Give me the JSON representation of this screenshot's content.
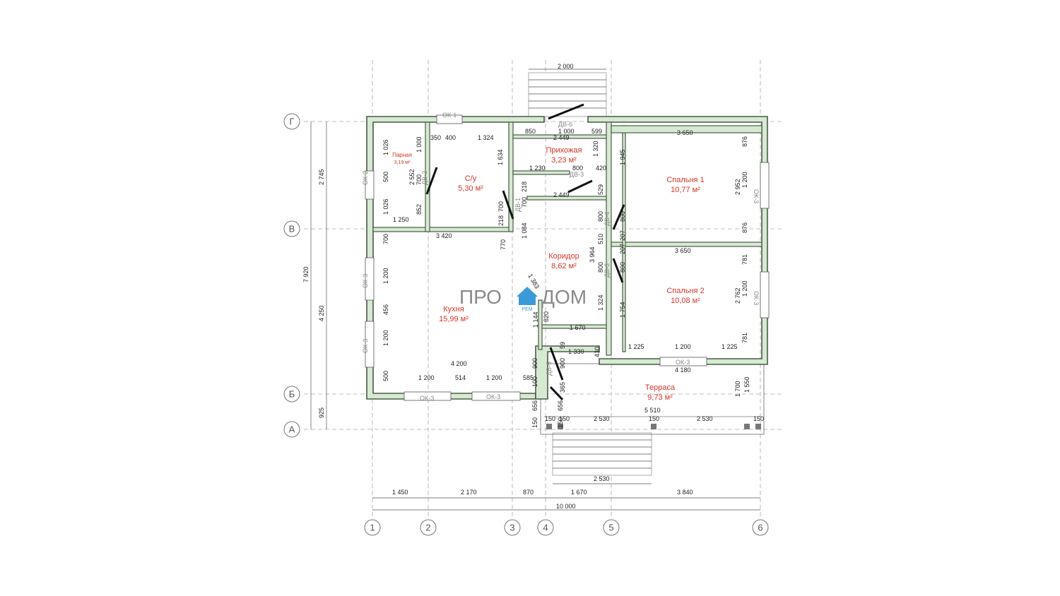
{
  "axes": {
    "cols": [
      "1",
      "2",
      "3",
      "4",
      "5",
      "6"
    ],
    "rows": [
      "Г",
      "В",
      "Б",
      "А"
    ]
  },
  "rooms": {
    "parnaya": {
      "name": "Парная",
      "area": "3,19 м²"
    },
    "su": {
      "name": "С/у",
      "area": "5,30 м²"
    },
    "prihozhaya": {
      "name": "Прихожая",
      "area": "3,23 м²"
    },
    "spalnya1": {
      "name": "Спальня 1",
      "area": "10,77 м²"
    },
    "koridor": {
      "name": "Коридор",
      "area": "8,62 м²"
    },
    "spalnya2": {
      "name": "Спальня 2",
      "area": "10,08 м²"
    },
    "kuhnya": {
      "name": "Кухня",
      "area": "15,99 м²"
    },
    "terrasa": {
      "name": "Терраса",
      "area": "9,73 м²"
    }
  },
  "labels": {
    "ok1": "ОК-1",
    "ok2": "ОК-2",
    "ok3a": "ОК-3",
    "ok3b": "ОК-3",
    "ok3c": "ОК-3",
    "ok3d": "ОК-3",
    "ok3e": "ОК-3",
    "ok3f": "ОК-3",
    "ok3g": "ОК-3",
    "dv1": "ДВ-1",
    "dv2": "ДВ-2",
    "dv3a": "ДВ-3",
    "dv3b": "ДВ-3",
    "dv4": "ДВ-4",
    "dv5": "ДВ-5",
    "dv6": "ДВ-6"
  },
  "logo": {
    "left": "ПРО",
    "right": "ДОМ",
    "sub": "РЕМ"
  },
  "dims": {
    "top_steps": "2 000",
    "bottom_steps": "2 530",
    "b1450": "1 450",
    "b2170": "2 170",
    "b870": "870",
    "b1670": "1 670",
    "b3840": "3 840",
    "b10000": "10 000",
    "l2745": "2 745",
    "l4250": "4 250",
    "l925": "925",
    "l7920": "7 920",
    "d850": "850",
    "d1000a": "1 000",
    "d599": "599",
    "d3650a": "3 650",
    "d2449a": "2 449",
    "d350": "350",
    "d400": "400",
    "d1324": "1 324",
    "d1026a": "1 026",
    "d1000b": "1 000",
    "d500a": "500",
    "d2552": "2 552",
    "d700a": "700",
    "d1026b": "1 026",
    "d852": "852",
    "d1250": "1 250",
    "d1634": "1 634",
    "d1320": "1 320",
    "d1230": "1 230",
    "d800a": "800",
    "d420": "420",
    "d1945": "1 945",
    "d218a": "218",
    "d700b": "700",
    "d2449b": "2 449",
    "d529": "529",
    "d700c": "700",
    "d218b": "218",
    "d876a": "876",
    "d2952": "2 952",
    "d1200a": "1 200",
    "d876b": "876",
    "d3420": "3 420",
    "d700d": "700",
    "d1084": "1 084",
    "d770": "770",
    "d800b": "800",
    "d800c": "800",
    "d510": "510",
    "d207a": "207",
    "d207b": "207",
    "d3964": "3 964",
    "d800d": "800",
    "d800e": "800",
    "d3650b": "3 650",
    "d781a": "781",
    "d1383": "1 383",
    "d1200b": "1 200",
    "d2762": "2 762",
    "d1200c": "1 200",
    "d781b": "781",
    "d456": "456",
    "d820": "820",
    "d1144": "1 144",
    "d1324b": "1 324",
    "d1754": "1 754",
    "d1670": "1 670",
    "d1200d": "1 200",
    "d59": "59",
    "d1330": "1 330",
    "d430": "430",
    "d1225a": "1 225",
    "d1200e": "1 200",
    "d1225b": "1 225",
    "d4200": "4 200",
    "d900a": "900",
    "d900b": "900",
    "d4180": "4 180",
    "d500b": "500",
    "d1200f": "1 200",
    "d514": "514",
    "d1200g": "1 200",
    "d585": "585",
    "d100": "100",
    "d365": "365",
    "d1700": "1 700",
    "d1550": "1 550",
    "d150a": "150",
    "d656a": "656",
    "d656b": "656",
    "d5510": "5 510",
    "d150b": "150",
    "d150c": "150",
    "d2530a": "2 530",
    "d150d": "150",
    "d2530b": "2 530",
    "d150e": "150",
    "d150f": "150",
    "d1200h": "1 200"
  }
}
